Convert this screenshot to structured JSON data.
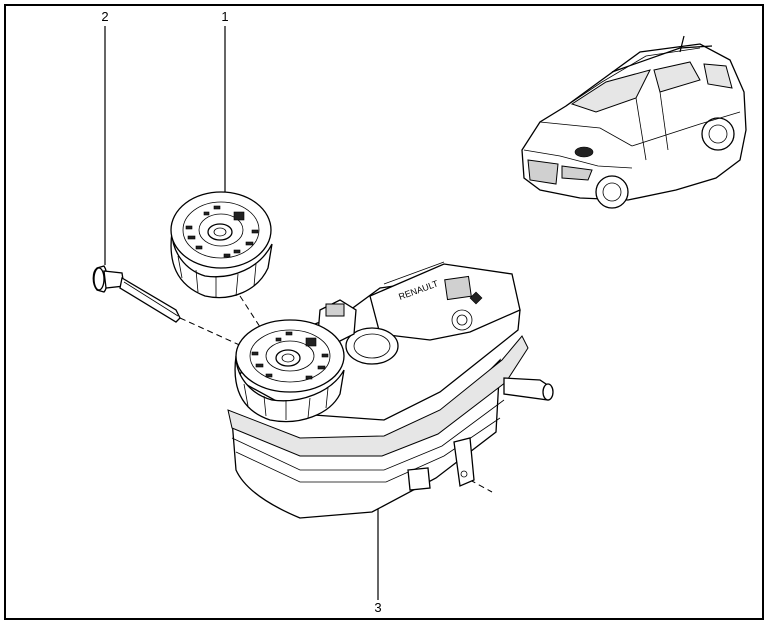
{
  "diagram": {
    "callouts": [
      {
        "id": "1",
        "label": "1"
      },
      {
        "id": "2",
        "label": "2"
      },
      {
        "id": "3",
        "label": "3"
      }
    ],
    "tank_brand_text": "RENAULT"
  }
}
